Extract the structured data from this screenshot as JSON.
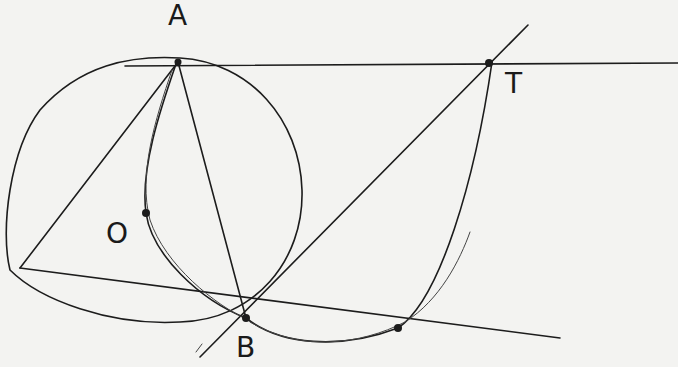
{
  "diagram": {
    "labels": [
      "A",
      "O",
      "T",
      "B"
    ]
  }
}
